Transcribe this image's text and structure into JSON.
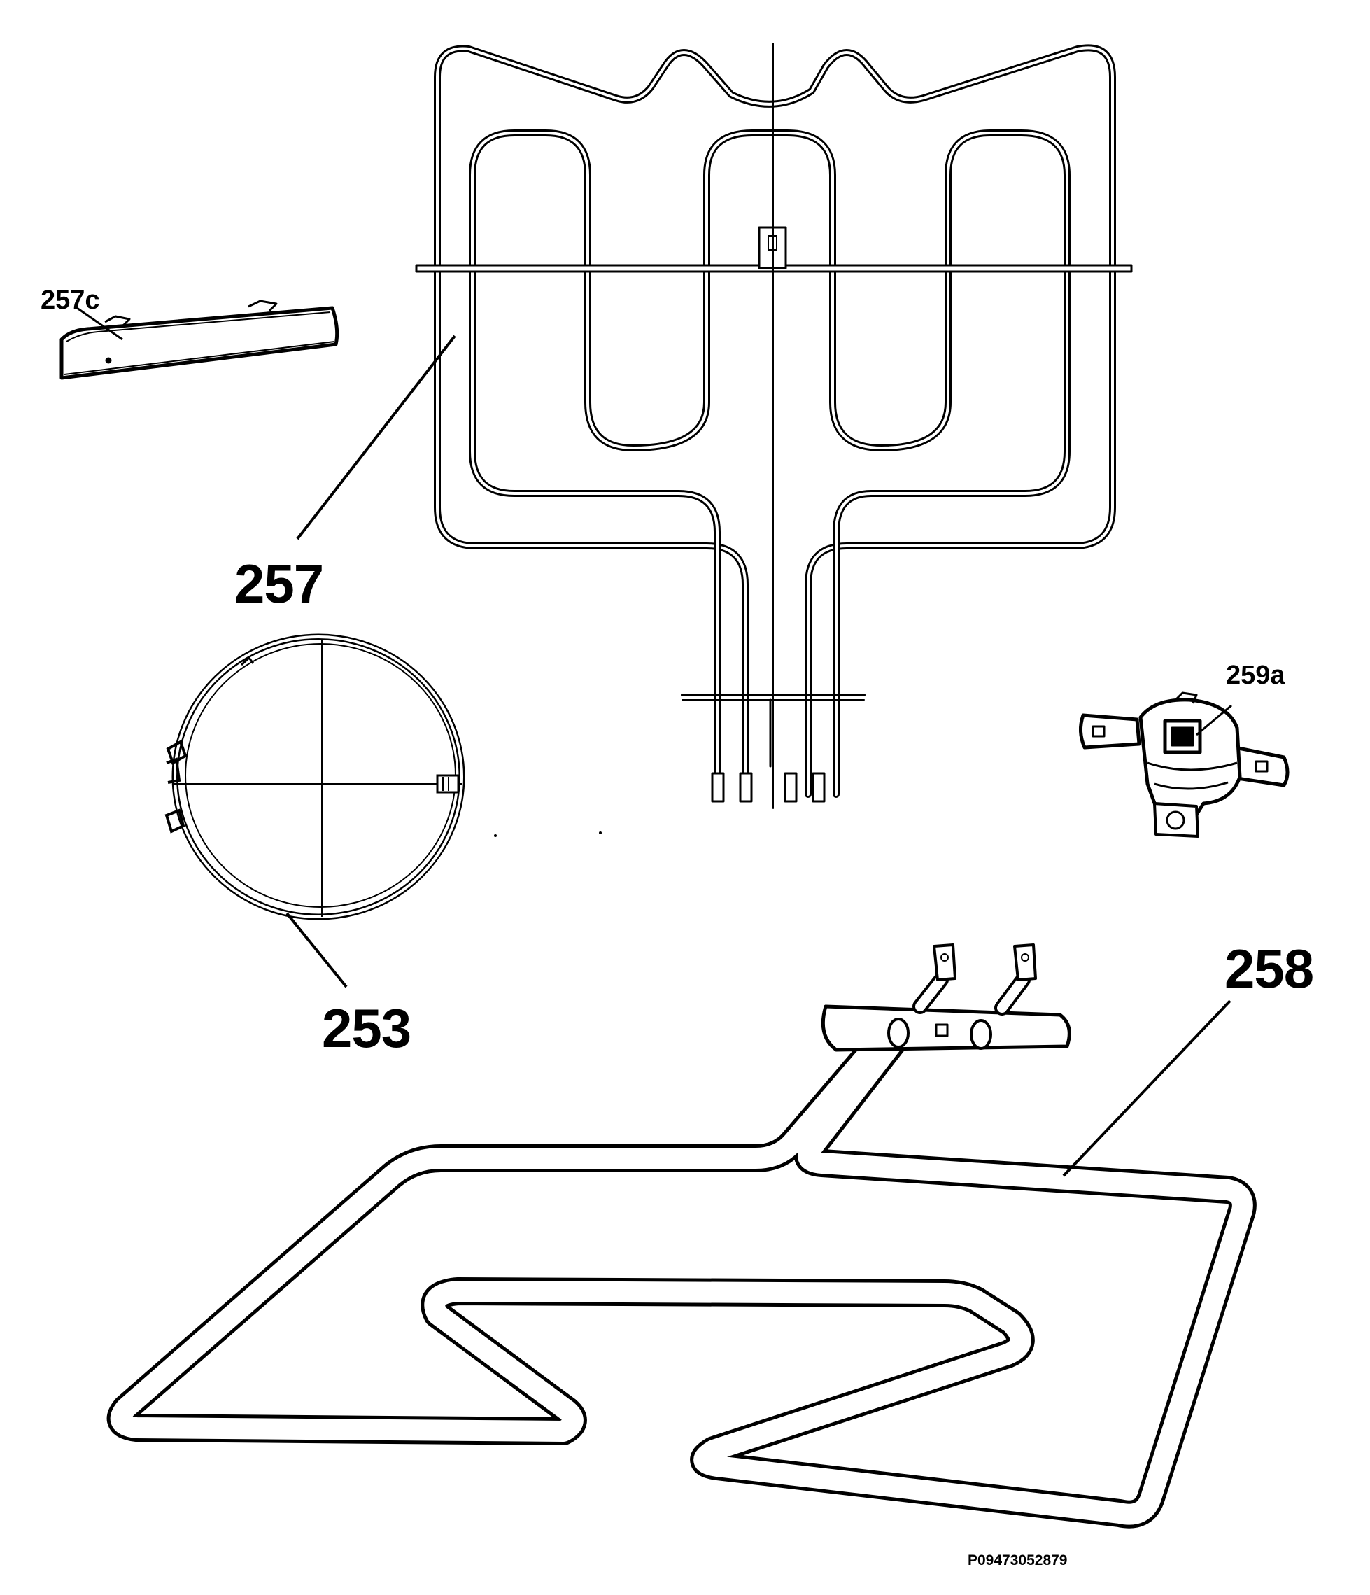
{
  "callouts": {
    "part_257": "257",
    "part_257c": "257c",
    "part_253": "253",
    "part_259a": "259a",
    "part_258": "258"
  },
  "drawing_code": "P09473052879",
  "colors": {
    "line": "#000000",
    "background": "#ffffff"
  }
}
